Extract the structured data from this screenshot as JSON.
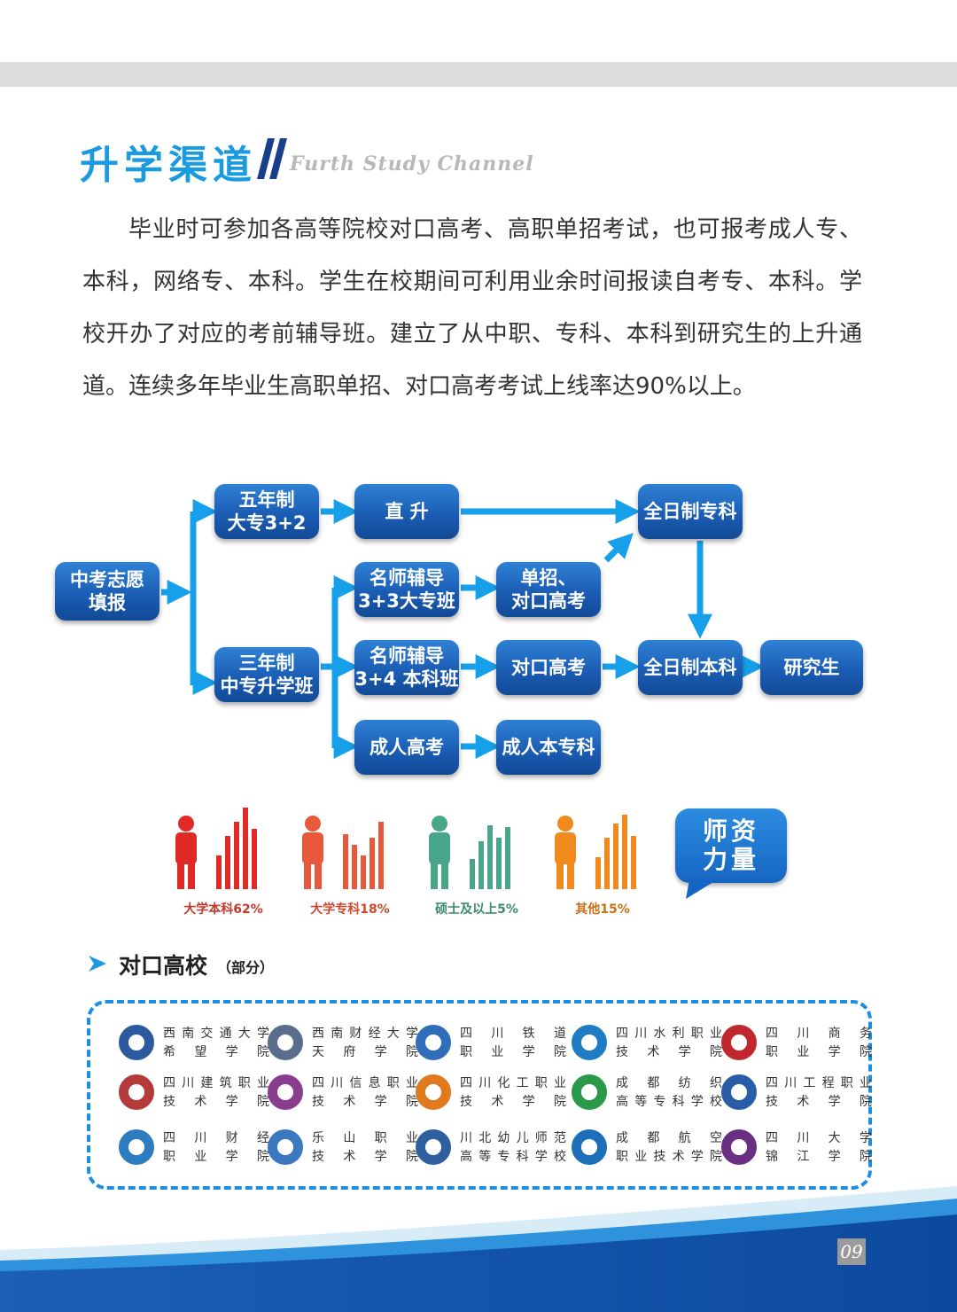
{
  "header": {
    "title_cn": "升学渠道",
    "title_en": "Furth Study Channel"
  },
  "intro": "毕业时可参加各高等院校对口高考、高职单招考试，也可报考成人专、本科，网络专、本科。学生在校期间可利用业余时间报读自考专、本科。学校开办了对应的考前辅导班。建立了从中职、专科、本科到研究生的上升通道。连续多年毕业生高职单招、对口高考考试上线率达90%以上。",
  "flow": {
    "start": "中考志愿\n填报",
    "five_year": "五年制\n大专3+2",
    "three_year": "三年制\n中专升学班",
    "direct": "直  升",
    "fulltime_college": "全日制专科",
    "tutor_33": "名师辅导\n3+3大专班",
    "single_exam": "单招、\n对口高考",
    "tutor_34": "名师辅导\n3+4 本科班",
    "counterpart_exam": "对口高考",
    "fulltime_bachelor": "全日制本科",
    "graduate": "研究生",
    "adult_exam": "成人高考",
    "adult_degree": "成人本专科"
  },
  "faculty": {
    "title": "师资\n力量",
    "stats": [
      {
        "label": "大学本科62%",
        "value": 62,
        "color": "#e02a25"
      },
      {
        "label": "大学专科18%",
        "value": 18,
        "color": "#e8583a"
      },
      {
        "label": "硕士及以上5%",
        "value": 5,
        "color": "#4aa68a"
      },
      {
        "label": "其他15%",
        "value": 15,
        "color": "#f08a1c"
      }
    ]
  },
  "partners": {
    "title": "对口高校",
    "subtitle": "（部分）",
    "schools": [
      {
        "name": "西南交通大学\n希望学院",
        "color": "#2b5aa0"
      },
      {
        "name": "西南财经大学\n天府学院",
        "color": "#5a6d8a"
      },
      {
        "name": "四川铁道\n职业学院",
        "color": "#2f6eb8"
      },
      {
        "name": "四川水利职业\n技术学院",
        "color": "#1f7bc4"
      },
      {
        "name": "四川商务\n职业学院",
        "color": "#c0282d"
      },
      {
        "name": "四川建筑职业\n技术学院",
        "color": "#b63a3a"
      },
      {
        "name": "四川信息职业\n技术学院",
        "color": "#8a3d8f"
      },
      {
        "name": "四川化工职业\n技术学院",
        "color": "#e07a1f"
      },
      {
        "name": "成都纺织\n高等专科学校",
        "color": "#2a9a4a"
      },
      {
        "name": "四川工程职业\n技术学院",
        "color": "#2a5da8"
      },
      {
        "name": "四川财经\n职业学院",
        "color": "#2d7cc0"
      },
      {
        "name": "乐山职业\n技术学院",
        "color": "#3b78c0"
      },
      {
        "name": "川北幼儿师范\n高等专科学校",
        "color": "#2e5f9e"
      },
      {
        "name": "成都航空\n职业技术学院",
        "color": "#1c6fb8"
      },
      {
        "name": "四川大学\n锦江学院",
        "color": "#6a2f82"
      }
    ]
  },
  "page_number": "09"
}
